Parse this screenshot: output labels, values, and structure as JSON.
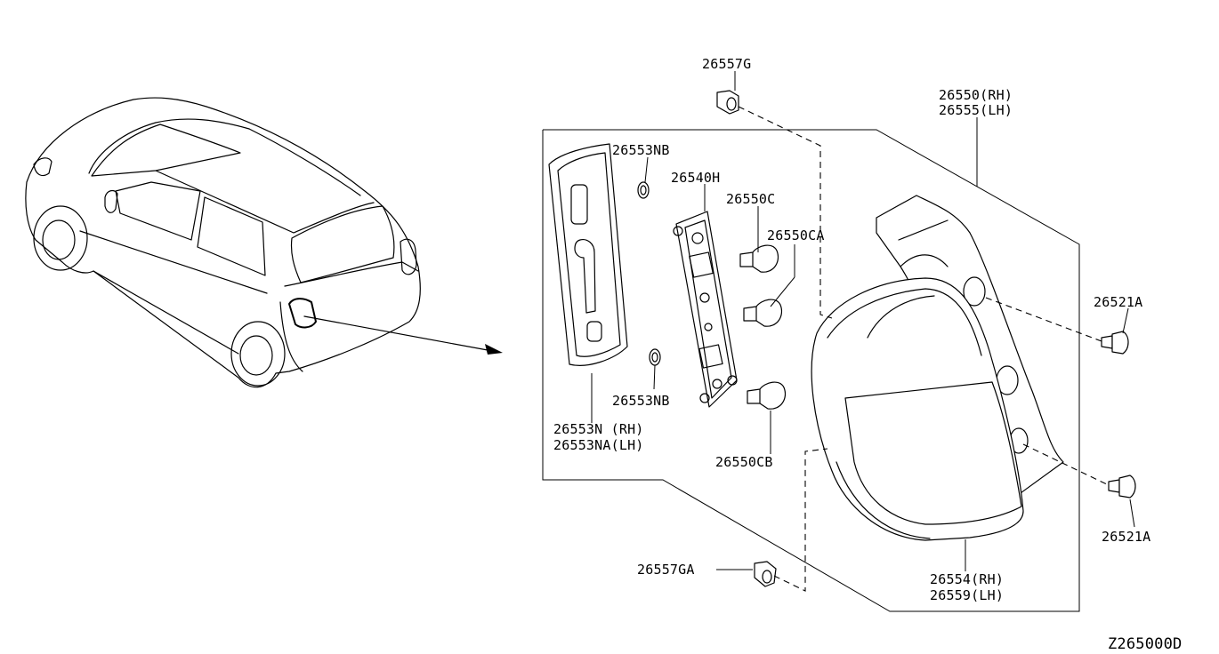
{
  "diagram_id": "Z265000D",
  "callouts": {
    "clip_top": "26557G",
    "lamp_assy_rh": "26550(RH)",
    "lamp_assy_lh": "26555(LH)",
    "grommet_upper": "26553NB",
    "socket_harness": "26540H",
    "bulb_c": "26550C",
    "bulb_ca": "26550CA",
    "screw_upper": "26521A",
    "grommet_lower": "26553NB",
    "gasket_rh": "26553N (RH)",
    "gasket_lh": "26553NA(LH)",
    "bulb_cb": "26550CB",
    "screw_lower": "26521A",
    "clip_bottom": "26557GA",
    "lens_rh": "26554(RH)",
    "lens_lh": "26559(LH)"
  }
}
